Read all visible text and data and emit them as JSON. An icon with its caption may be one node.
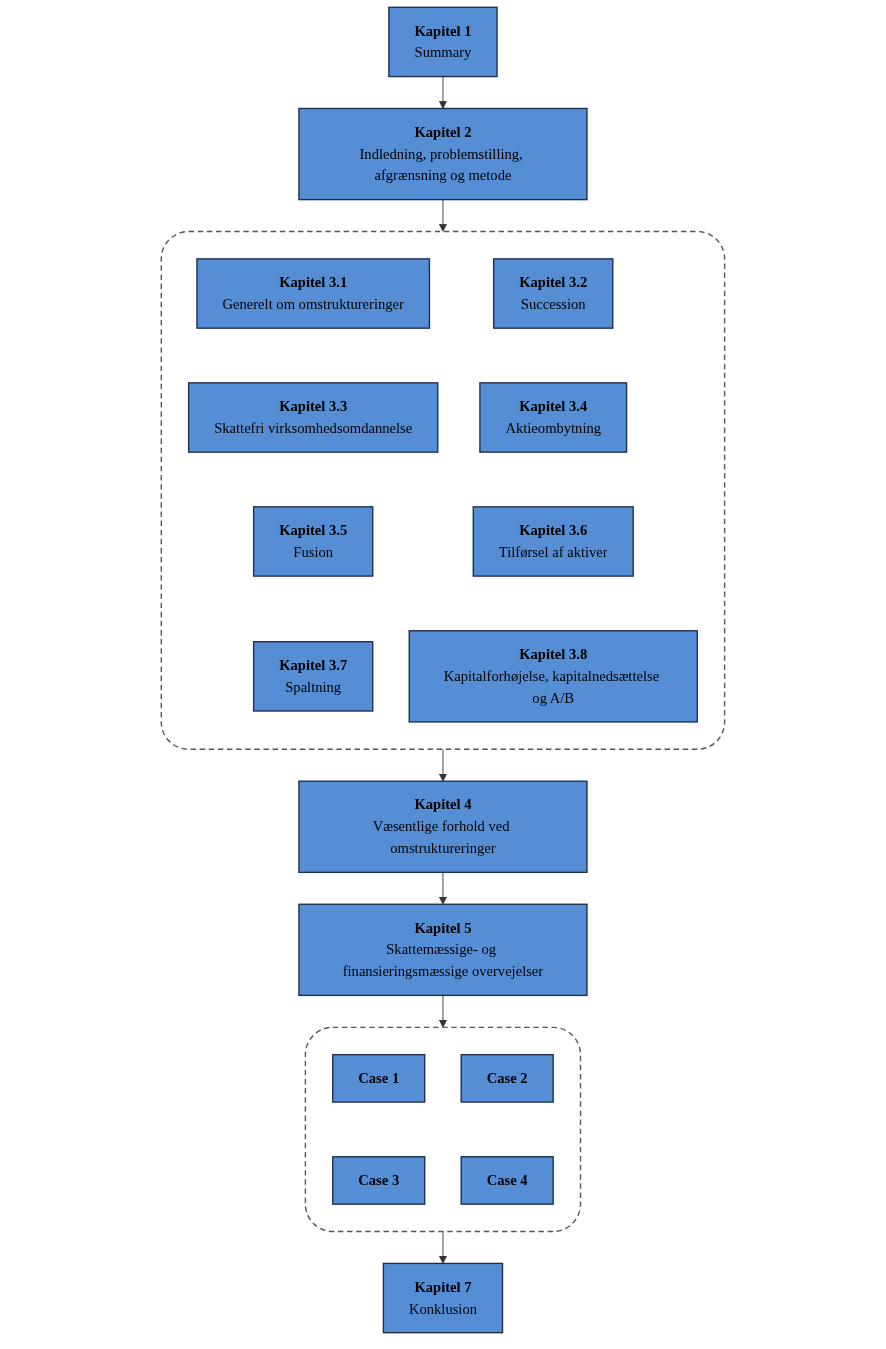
{
  "diagram": {
    "nodes": [
      {
        "text": [
          "Kapitel 1",
          "Summary"
        ]
      },
      {
        "text": [
          "Kapitel 2",
          "Indledning, problemstilling, afgrænsning og metode"
        ]
      },
      {
        "text": [],
        "shape": "box"
      },
      {
        "text": [
          "Kapitel 3.1",
          "Generelt om omstruktureringer"
        ],
        "in": 2
      },
      {
        "text": [
          "Kapitel 3.2",
          "Succession"
        ],
        "in": 2
      },
      {
        "text": [
          "Kapitel 3.3",
          "Skattefri virksomhedsomdannelse"
        ],
        "in": 2
      },
      {
        "text": [
          "Kapitel 3.4",
          "Aktieombytning"
        ],
        "in": 2
      },
      {
        "text": [
          "Kapitel 3.5",
          "Fusion"
        ],
        "in": 2
      },
      {
        "text": [
          "Kapitel 3.6",
          "Tilførsel af aktiver"
        ],
        "in": 2
      },
      {
        "text": [
          "Kapitel 3.7",
          "Spaltning"
        ],
        "in": 2
      },
      {
        "text": [
          "Kapitel 3.8",
          "Kapitalforhøjelse, kapitalnedsættelse og A/B"
        ],
        "in": 2
      },
      {
        "text": [
          "Kapitel 4",
          "Væsentlige forhold ved omstruktureringer"
        ]
      },
      {
        "text": [
          "Kapitel 5",
          "Skattemæssige- og finansieringsmæssige overvejelser"
        ]
      },
      {
        "text": [],
        "shape": "box"
      },
      {
        "text": [
          "Case 1"
        ],
        "in": 13
      },
      {
        "text": [
          "Case 2"
        ],
        "in": 13
      },
      {
        "text": [
          "Case 3"
        ],
        "in": 13
      },
      {
        "text": [
          "Case 4"
        ],
        "in": 13
      },
      {
        "text": [
          "Kapitel 7",
          "Konklusion"
        ]
      }
    ],
    "edges": [
      {
        "from": 0,
        "to": 1,
        "arrow": "to"
      },
      {
        "from": 1,
        "to": 2,
        "arrow": "to"
      },
      {
        "from": 2,
        "to": 11,
        "arrow": "to"
      },
      {
        "from": 11,
        "to": 12,
        "arrow": "to"
      },
      {
        "from": 12,
        "to": 13,
        "arrow": "to"
      },
      {
        "from": 13,
        "to": 18,
        "arrow": "to"
      }
    ]
  }
}
